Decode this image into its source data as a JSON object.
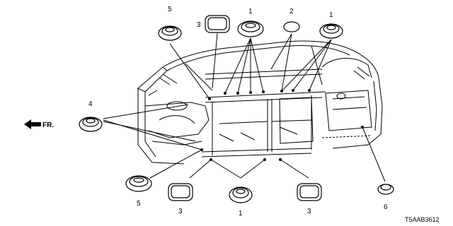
{
  "diagram": {
    "direction_label": "FR.",
    "code": "T5AAB3612",
    "callouts": [
      {
        "id": "c1",
        "text": "1"
      },
      {
        "id": "c2",
        "text": "2"
      },
      {
        "id": "c3",
        "text": "1"
      },
      {
        "id": "c4",
        "text": "3"
      },
      {
        "id": "c5",
        "text": "5"
      },
      {
        "id": "c6",
        "text": "4"
      },
      {
        "id": "c7",
        "text": "5"
      },
      {
        "id": "c8",
        "text": "3"
      },
      {
        "id": "c9",
        "text": "1"
      },
      {
        "id": "c10",
        "text": "3"
      },
      {
        "id": "c11",
        "text": "6"
      }
    ]
  }
}
